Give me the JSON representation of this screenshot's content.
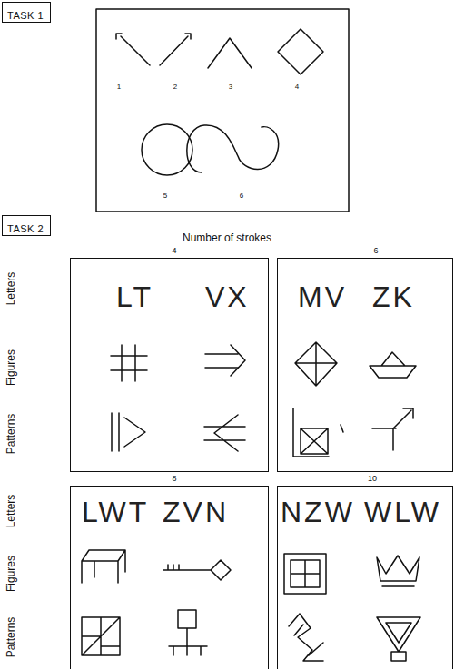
{
  "diagram": {
    "nodes": [
      {
        "text": [
          "TASK 1"
        ]
      },
      {
        "text": [
          "TASK 2"
        ]
      },
      {
        "text": [
          "4",
          "LT",
          "VX"
        ]
      },
      {
        "text": [
          "6",
          "MV",
          "ZK"
        ]
      },
      {
        "text": [
          "8",
          "LWT",
          "ZVN"
        ]
      },
      {
        "text": [
          "10",
          "NZW",
          "WLW"
        ]
      }
    ],
    "labels": [
      "1",
      "2",
      "3",
      "4",
      "5",
      "6",
      "Number of strokes",
      "Letters",
      "Figures",
      "Patterns",
      "Letters",
      "Figures",
      "Patterns"
    ]
  }
}
